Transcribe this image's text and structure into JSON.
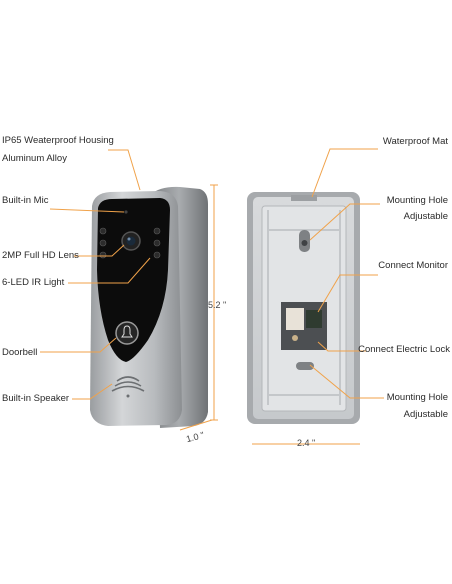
{
  "left_labels": {
    "housing": "IP65 Weaterproof Housing",
    "alloy": "Aluminum Alloy",
    "mic": "Built-in Mic",
    "lens": "2MP Full HD Lens",
    "ir": "6-LED IR Light",
    "doorbell": "Doorbell",
    "speaker": "Built-in Speaker"
  },
  "right_labels": {
    "mat": "Waterproof Mat",
    "hole_top": "Mounting Hole",
    "adjustable_top": "Adjustable",
    "monitor": "Connect Monitor",
    "lock": "Connect Electric Lock",
    "hole_bottom": "Mounting Hole",
    "adjustable_bottom": "Adjustable"
  },
  "dimensions": {
    "height": "5.2 \"",
    "depth": "1.0 \"",
    "width": "2.4 \""
  },
  "colors": {
    "leader_line": "#f0a24a",
    "silver": "#b9bcbf",
    "face": "#0d0d0d"
  },
  "icons": [
    "bell-icon",
    "speaker-grille-icon"
  ]
}
